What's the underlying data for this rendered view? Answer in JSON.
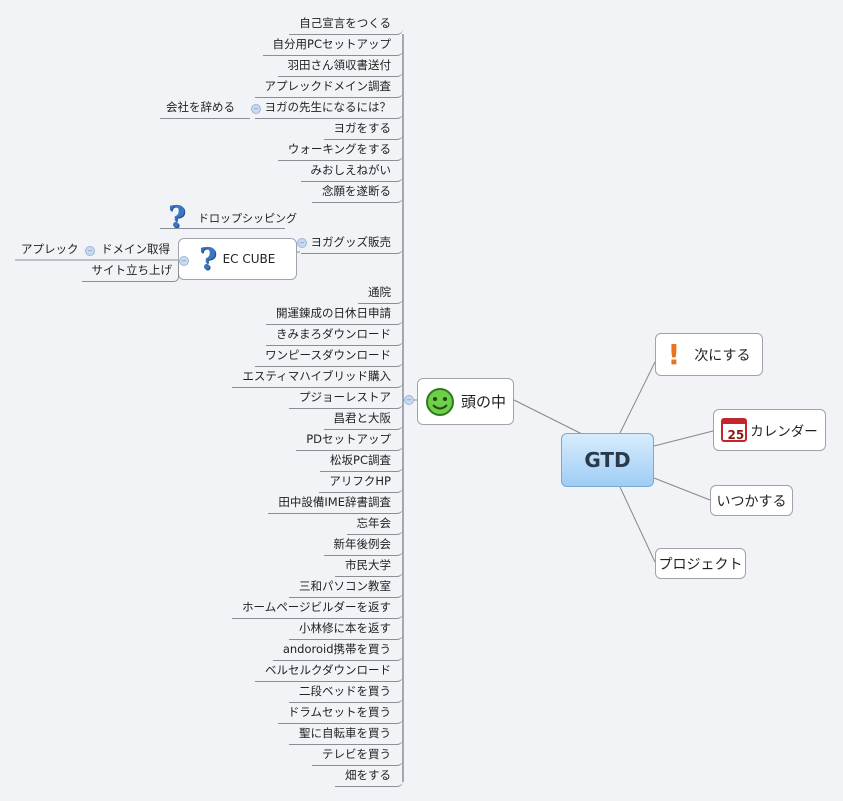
{
  "central": {
    "label": "GTD"
  },
  "branches": {
    "head": "頭の中",
    "next": "次にする",
    "calendar": "カレンダー",
    "calendar_day": "25",
    "someday": "いつかする",
    "project": "プロジェクト"
  },
  "head_items": [
    "自己宣言をつくる",
    "自分用PCセットアップ",
    "羽田さん領収書送付",
    "アプレックドメイン調査",
    "ヨガの先生になるには？",
    "ヨガをする",
    "ウォーキングをする",
    "みおしえねがい",
    "念願を遂断る",
    "ヨガグッズ販売",
    "通院",
    "開運錬成の日休日申請",
    "きみまろダウンロード",
    "ワンピースダウンロード",
    "エスティマハイブリッド購入",
    "プジョーレストア",
    "昌君と大阪",
    "PDセットアップ",
    "松坂PC調査",
    "アリフクHP",
    "田中設備IME辞書調査",
    "忘年会",
    "新年後例会",
    "市民大学",
    "三和パソコン教室",
    "ホームページビルダーを返す",
    "小林修に本を返す",
    "andoroid携帯を買う",
    "ベルセルクダウンロード",
    "二段ベッドを買う",
    "ドラムセットを買う",
    "聖に自転車を買う",
    "テレビを買う",
    "畑をする"
  ],
  "sub": {
    "quit_job": "会社を辞める",
    "dropship": "ドロップシッピング",
    "eccube": "EC CUBE",
    "domain": "ドメイン取得",
    "apurekku": "アプレック",
    "site_launch": "サイト立ち上げ"
  },
  "icons": {
    "head": "smiley-icon",
    "next": "exclamation-icon",
    "calendar": "calendar-icon",
    "question": "question-icon"
  }
}
